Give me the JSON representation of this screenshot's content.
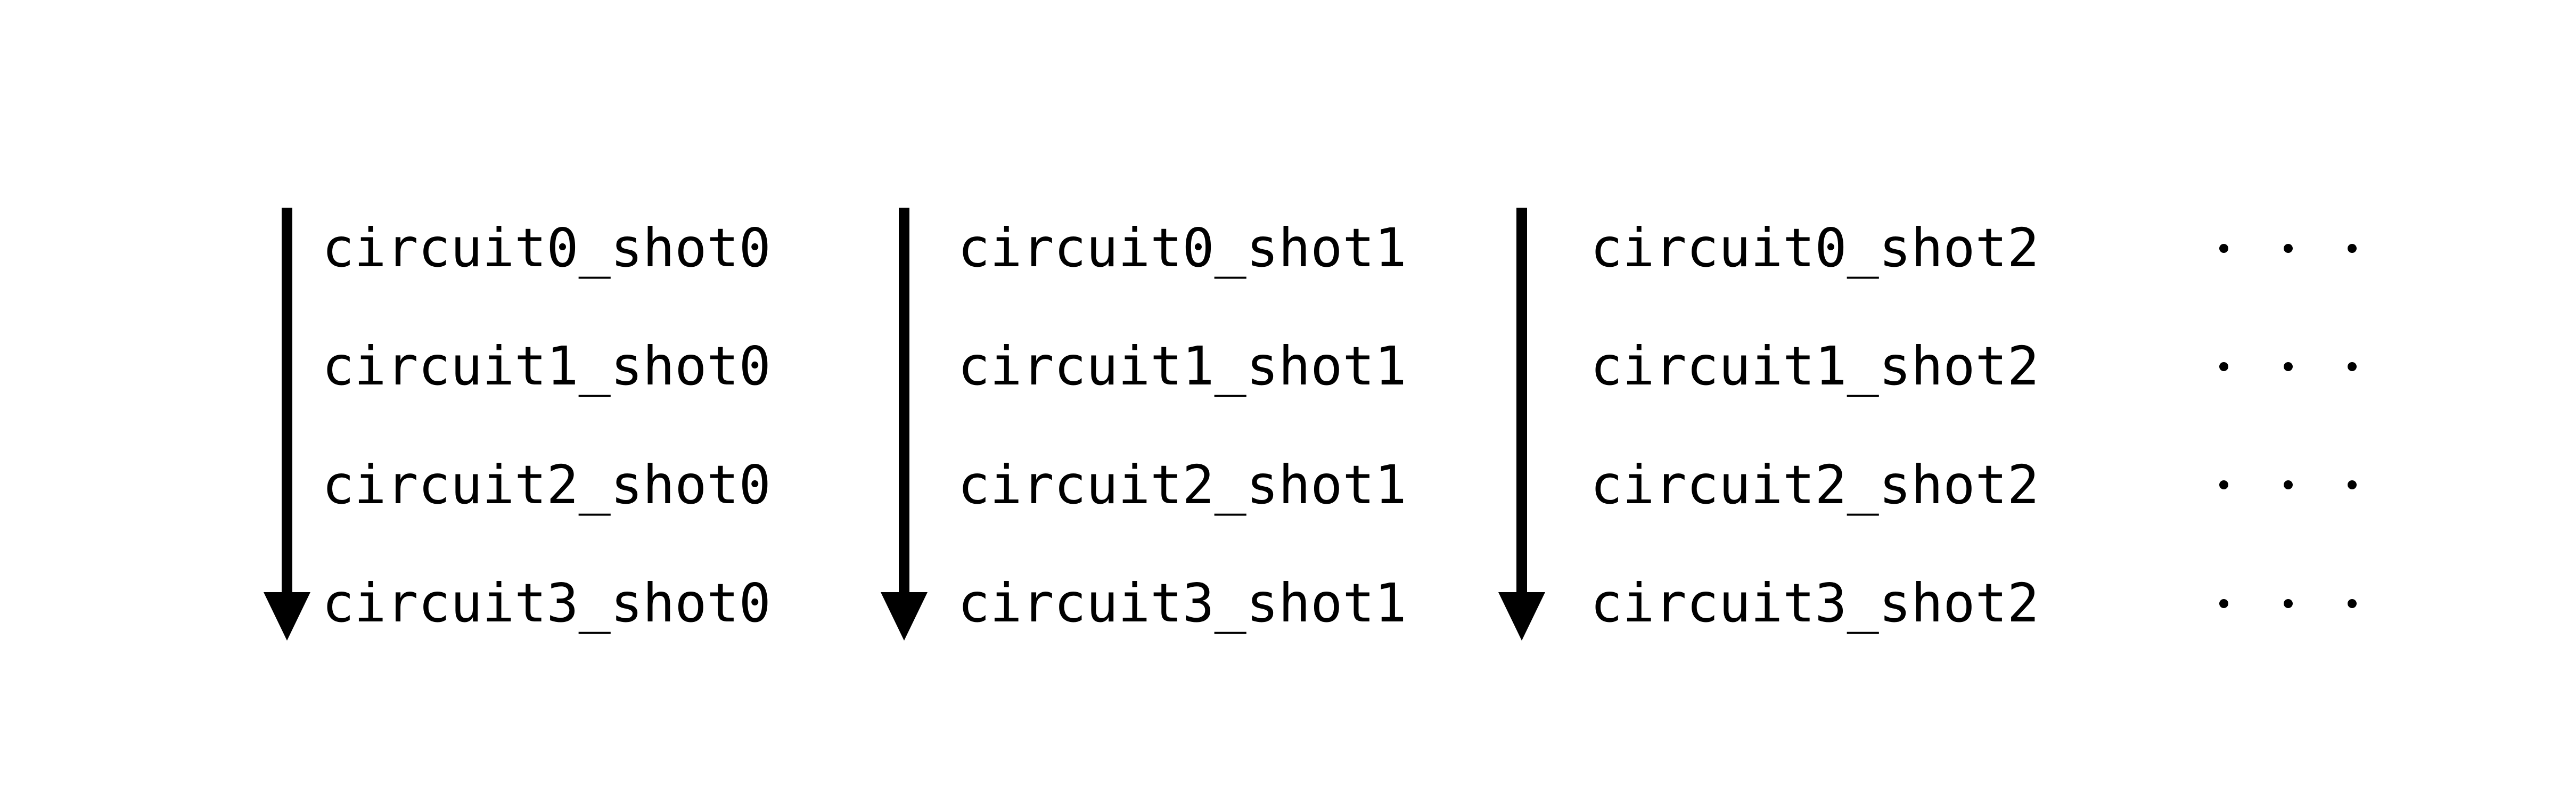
{
  "figure": {
    "background": "#ffffff",
    "ink": "#000000",
    "description_visible_elements": "three downward arrows each labeled with four circuit-shot identifiers, followed by ellipsis dots"
  },
  "columns": [
    {
      "name": "shot0-column",
      "labels": [
        "circuit0_shot0",
        "circuit1_shot0",
        "circuit2_shot0",
        "circuit3_shot0"
      ]
    },
    {
      "name": "shot1-column",
      "labels": [
        "circuit0_shot1",
        "circuit1_shot1",
        "circuit2_shot1",
        "circuit3_shot1"
      ]
    },
    {
      "name": "shot2-column",
      "labels": [
        "circuit0_shot2",
        "circuit1_shot2",
        "circuit2_shot2",
        "circuit3_shot2"
      ]
    }
  ],
  "ellipsis": {
    "glyph": "· · ·",
    "rows": 4,
    "dots_per_row": 3
  }
}
